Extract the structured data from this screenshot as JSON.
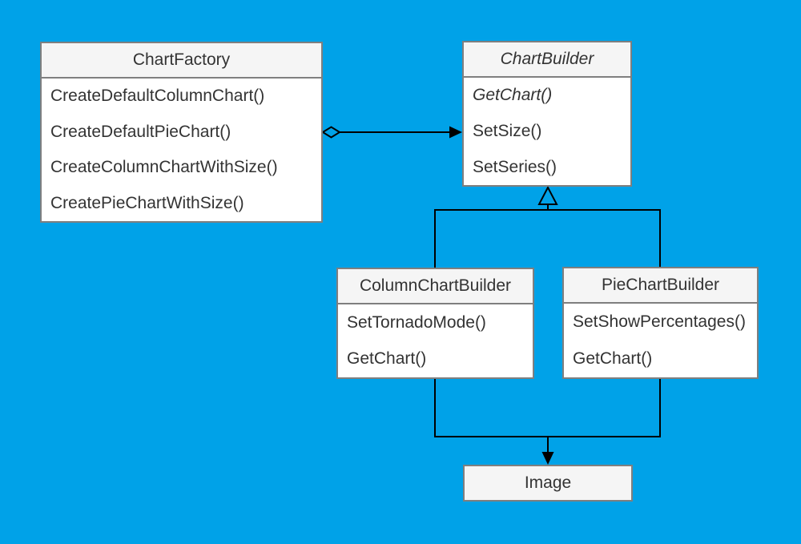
{
  "diagram": {
    "type": "uml-class-diagram",
    "colors": {
      "background": "#00A2E8",
      "node_fill": "#ffffff",
      "header_fill": "#f5f5f5",
      "node_border": "#7f7f7f",
      "connector": "#000000",
      "text": "#333333"
    },
    "classes": {
      "chart_factory": {
        "title": "ChartFactory",
        "methods": [
          "CreateDefaultColumnChart()",
          "CreateDefaultPieChart()",
          "CreateColumnChartWithSize()",
          "CreatePieChartWithSize()"
        ]
      },
      "chart_builder": {
        "title": "ChartBuilder",
        "abstract": true,
        "methods": [
          "GetChart()",
          "SetSize()",
          "SetSeries()"
        ]
      },
      "column_chart_builder": {
        "title": "ColumnChartBuilder",
        "methods": [
          "SetTornadoMode()",
          "GetChart()"
        ]
      },
      "pie_chart_builder": {
        "title": "PieChartBuilder",
        "methods": [
          "SetShowPercentages()",
          "GetChart()"
        ]
      },
      "image": {
        "title": "Image"
      }
    },
    "relationships": [
      {
        "type": "aggregation",
        "from": "ChartFactory",
        "to": "ChartBuilder"
      },
      {
        "type": "inheritance",
        "from": "ColumnChartBuilder",
        "to": "ChartBuilder"
      },
      {
        "type": "inheritance",
        "from": "PieChartBuilder",
        "to": "ChartBuilder"
      },
      {
        "type": "directed-association",
        "from": "ColumnChartBuilder, PieChartBuilder",
        "to": "Image"
      }
    ]
  }
}
